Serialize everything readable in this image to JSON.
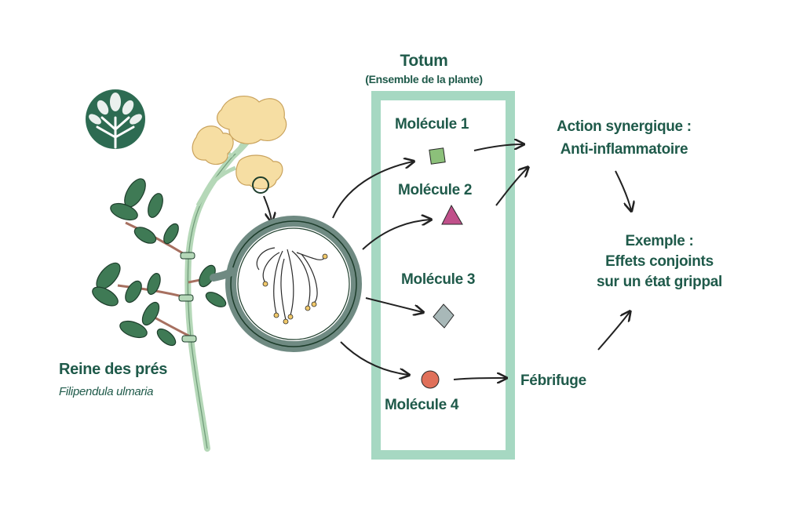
{
  "totum": {
    "title": "Totum",
    "subtitle": "(Ensemble de la plante)"
  },
  "molecules": [
    {
      "label": "Molécule 1",
      "shape": "square",
      "color": "#8cc07a"
    },
    {
      "label": "Molécule 2",
      "shape": "triangle",
      "color": "#c0508a"
    },
    {
      "label": "Molécule 3",
      "shape": "diamond",
      "color": "#a8b8b8"
    },
    {
      "label": "Molécule 4",
      "shape": "circle",
      "color": "#e0705a"
    }
  ],
  "effects": {
    "action_line1": "Action synergique :",
    "action_line2": "Anti-inflammatoire",
    "example_line1": "Exemple :",
    "example_line2": "Effets conjoints",
    "example_line3": "sur un état grippal",
    "febrifuge": "Fébrifuge"
  },
  "plant": {
    "name": "Reine des prés",
    "latin": "Filipendula ulmaria"
  },
  "colors": {
    "text": "#1f5a4a",
    "box": "#a6d8c2",
    "stem": "#b5d8b8",
    "leaf": "#3f7a55",
    "flower": "#f6dea3",
    "arrow": "#222222"
  },
  "icons": [
    "tree-logo-icon",
    "magnifier-icon"
  ]
}
